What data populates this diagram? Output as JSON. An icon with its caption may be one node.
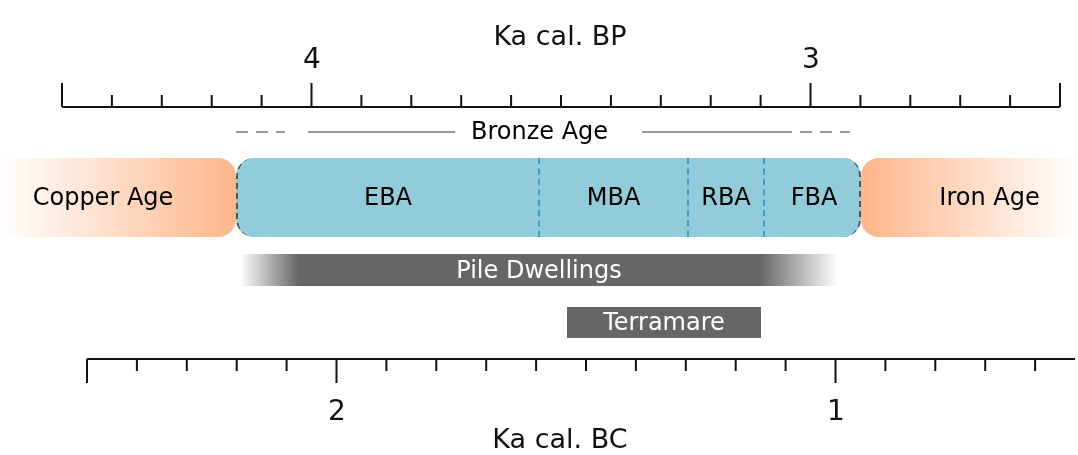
{
  "diagram": {
    "nodes": [
      {
        "text": [
          "Copper Age"
        ]
      },
      {
        "text": [
          "Bronze Age"
        ]
      },
      {
        "text": [
          "EBA"
        ],
        "in": 1
      },
      {
        "text": [
          "MBA"
        ],
        "in": 1
      },
      {
        "text": [
          "RBA"
        ],
        "in": 1
      },
      {
        "text": [
          "FBA"
        ],
        "in": 1
      },
      {
        "text": [
          "Iron Age"
        ]
      },
      {
        "text": [
          "Pile Dwellings"
        ]
      },
      {
        "text": [
          "Terramare"
        ]
      }
    ],
    "edges": [],
    "labels": [
      "Ka cal. BP",
      "4",
      "3",
      "2",
      "1",
      "Ka cal. BC"
    ]
  }
}
